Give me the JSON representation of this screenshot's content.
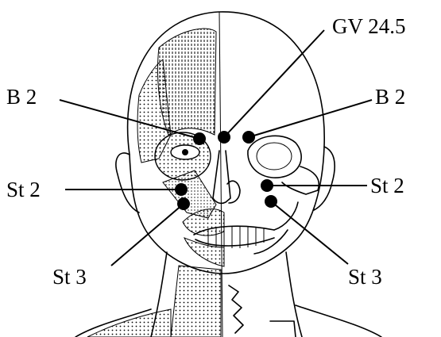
{
  "labels": {
    "gv_24_5": "GV 24.5",
    "b2_left": "B 2",
    "b2_right": "B 2",
    "st2_left": "St 2",
    "st2_right": "St 2",
    "st3_left": "St 3",
    "st3_right": "St 3"
  },
  "colors": {
    "ink": "#000000",
    "background": "#ffffff"
  }
}
